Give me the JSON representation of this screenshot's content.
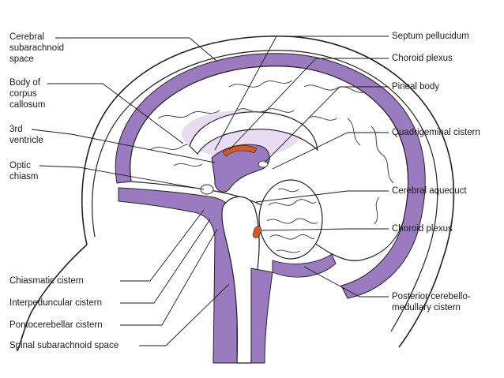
{
  "labels": {
    "cerebral_subarachnoid_space": "Cerebral\nsubarachnoid\nspace",
    "body_of_corpus_callosum": "Body of\ncorpus\ncallosum",
    "third_ventricle": "3rd\nventricle",
    "optic_chiasm": "Optic\nchiasm",
    "chiasmatic_cistern": "Chiasmatic cistern",
    "interpeduncular_cistern": "Interpeduncular cistern",
    "pontocerebellar_cistern": "Pontocerebellar cistern",
    "spinal_subarachnoid_space": "Spinal subarachnoid space",
    "septum_pellucidum": "Septum pellucidum",
    "choroid_plexus_upper": "Choroid plexus",
    "pineal_body": "Pineal body",
    "quadrigeminal_cistern": "Quadrigeminal cistern",
    "cerebral_aqueduct": "Cerebral aqueduct",
    "choroid_plexus_lower": "Choroid plexus",
    "posterior_cerebellomedullary_cistern": "Posterior cerebello-\nmedullary cistern"
  },
  "colors": {
    "csf": "#9b7bbf",
    "csf_light": "#c7b2de",
    "choroid_plexus": "#d9581f",
    "outline": "#222222"
  }
}
